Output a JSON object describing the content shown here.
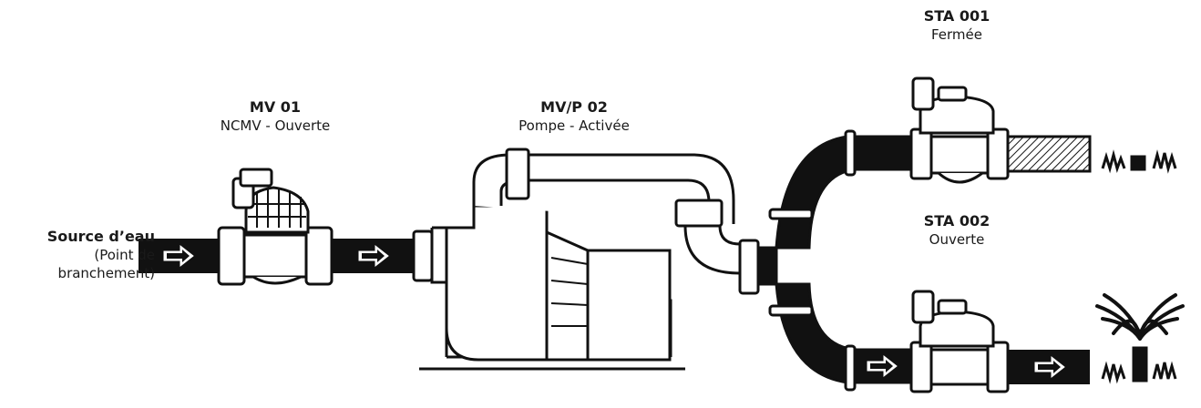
{
  "labels": {
    "source": {
      "title": "Source d’eau",
      "line1": "(Point de",
      "line2": "branchement)"
    },
    "mv01": {
      "title": "MV 01",
      "status": "NCMV - Ouverte"
    },
    "mvp02": {
      "title": "MV/P 02",
      "status": "Pompe - Activée"
    },
    "sta001": {
      "title": "STA 001",
      "status": "Fermée"
    },
    "sta002": {
      "title": "STA 002",
      "status": "Ouverte"
    }
  },
  "colors": {
    "pipe": "#111111",
    "outline": "#111111",
    "background": "#ffffff"
  },
  "icons": [
    "flow-arrow-icon",
    "solenoid-valve-icon",
    "pump-icon",
    "sprinkler-icon",
    "closed-zone-icon"
  ]
}
